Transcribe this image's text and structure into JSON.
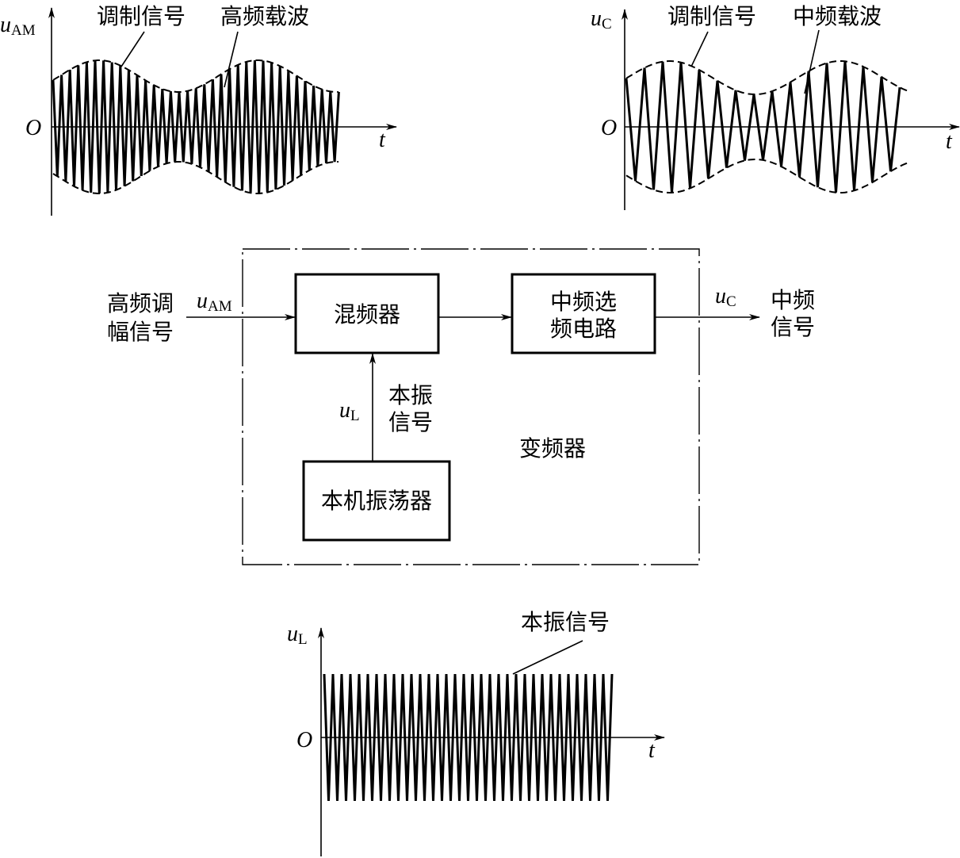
{
  "graph_am": {
    "y_var": "u",
    "y_sub": "AM",
    "origin": "O",
    "x_var": "t",
    "label_modulating": "调制信号",
    "label_carrier": "高频载波"
  },
  "graph_c": {
    "y_var": "u",
    "y_sub": "C",
    "origin": "O",
    "x_var": "t",
    "label_modulating": "调制信号",
    "label_carrier": "中频载波"
  },
  "graph_l": {
    "y_var": "u",
    "y_sub": "L",
    "origin": "O",
    "x_var": "t",
    "label_signal": "本振信号"
  },
  "block": {
    "input_label_line1": "高频调",
    "input_label_line2": "幅信号",
    "input_var": "u",
    "input_sub": "AM",
    "mixer": "混频器",
    "if_filter_line1": "中频选",
    "if_filter_line2": "频电路",
    "output_var": "u",
    "output_sub": "C",
    "output_label_line1": "中频",
    "output_label_line2": "信号",
    "lo_var": "u",
    "lo_sub": "L",
    "lo_label_line1": "本振",
    "lo_label_line2": "信号",
    "oscillator": "本机振荡器",
    "converter": "变频器"
  }
}
